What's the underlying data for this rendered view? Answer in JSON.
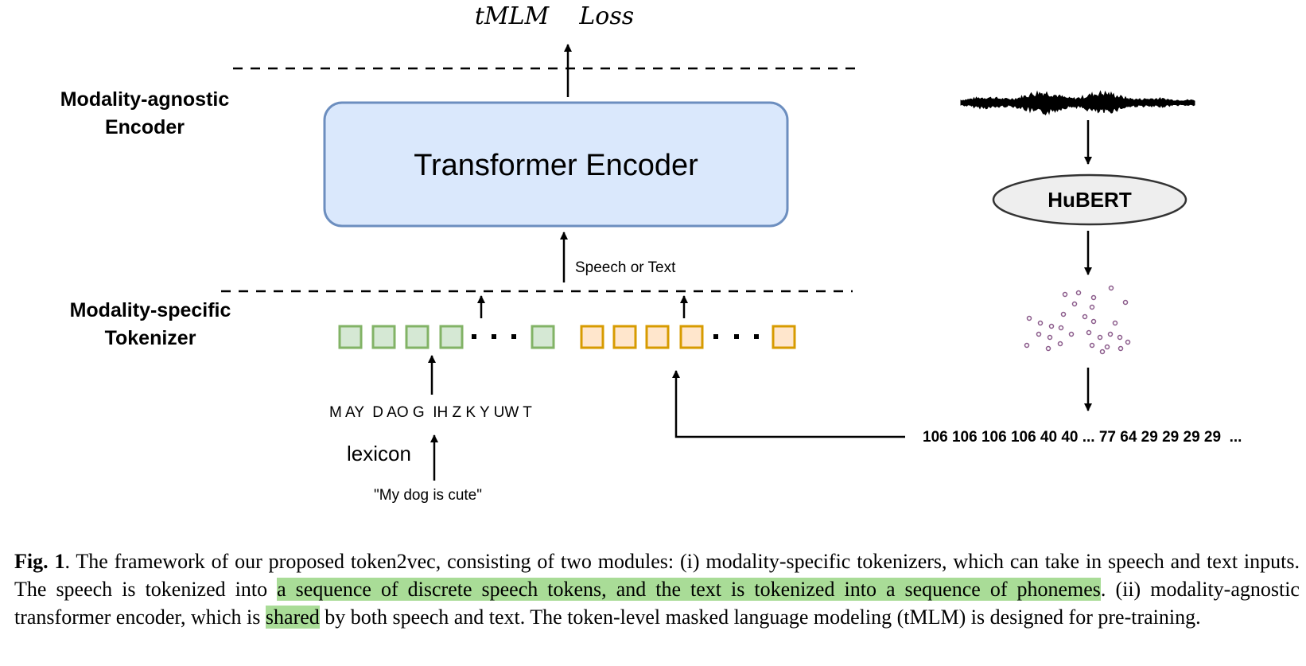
{
  "loss_label": "tMLM    Loss",
  "top_layer_label": [
    "Modality-agnostic",
    "Encoder"
  ],
  "bottom_layer_label": [
    "Modality-specific",
    "Tokenizer"
  ],
  "encoder_label": "Transformer Encoder",
  "speech_or_text_label": "Speech or Text",
  "phoneme_sequence": "M AY  D AO G  IH Z K Y UW T",
  "lexicon_label": "lexicon",
  "text_input": "\"My dog is cute\"",
  "hubert_label": "HuBERT",
  "token_sequence": "106 106 106 106 40 40 ... 77 64 29 29 29 29  ...",
  "colors": {
    "encoder_fill": "#dae8fc",
    "encoder_stroke": "#6c8ebf",
    "phoneme_token_fill": "#d5e8d4",
    "phoneme_token_stroke": "#82b366",
    "speech_token_fill": "#ffe6cc",
    "speech_token_stroke": "#d79b00",
    "hubert_fill": "#eeeeee",
    "cluster_dot": "#8a5a8a",
    "highlight": "#a9dc97"
  },
  "caption": {
    "fig_label": "Fig. 1",
    "part1": ". The framework of our proposed token2vec, consisting of two modules: (i) modality-specific tokenizers, which can take in speech and text inputs. The speech is tokenized into ",
    "highlight1": "a sequence of discrete speech tokens, and the text is tokenized into a sequence of phonemes",
    "part2": ". (ii) modality-agnostic transformer encoder, which is ",
    "highlight2": "shared",
    "part3": " by both speech and text. The token-level masked language modeling (tMLM) is designed for pre-training."
  }
}
